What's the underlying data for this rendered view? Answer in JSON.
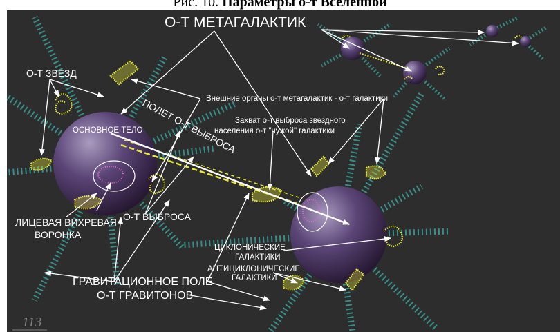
{
  "caption": {
    "prefix": "Рис. 10.",
    "title": "Параметры о-т Вселенной"
  },
  "labels": {
    "metagalaxies": "О-Т МЕТАГАЛАКТИК",
    "stars": "О-Т ЗВЕЗД",
    "external_organs": "Внешние органы о-т метагалактик - о-т галактики",
    "flight": "ПОЛЕТ О-Т ВЫБРОСА",
    "main_body": "ОСНОВНОЕ ТЕЛО",
    "capture_line1": "Захват о-т выброса звездного",
    "capture_line2": "населения о-т \"чужой\" галактики",
    "funnel_line1": "ЛИЦЕВАЯ ВИХРЕВАЯ",
    "funnel_line2": "ВОРОНКА",
    "ejection": "О-Т ВЫБРОСА",
    "cyclonic_line1": "ЦИКЛОНИЧЕСКИЕ",
    "cyclonic_line2": "ГАЛАКТИКИ",
    "anticyclonic_line1": "АНТИЦИКЛОНИЧЕСКИЕ",
    "anticyclonic_line2": "ГАЛАКТИКИ",
    "grav_field": "ГРАВИТАЦИОННОЕ ПОЛЕ",
    "gravitons": "О-Т ГРАВИТОНОВ",
    "page_number": "113"
  },
  "colors": {
    "background": "#2d2d2d",
    "sphere": "#5b4577",
    "ray": "#2f8f8c",
    "galaxy": "#e8e83a",
    "text": "#ffffff"
  }
}
